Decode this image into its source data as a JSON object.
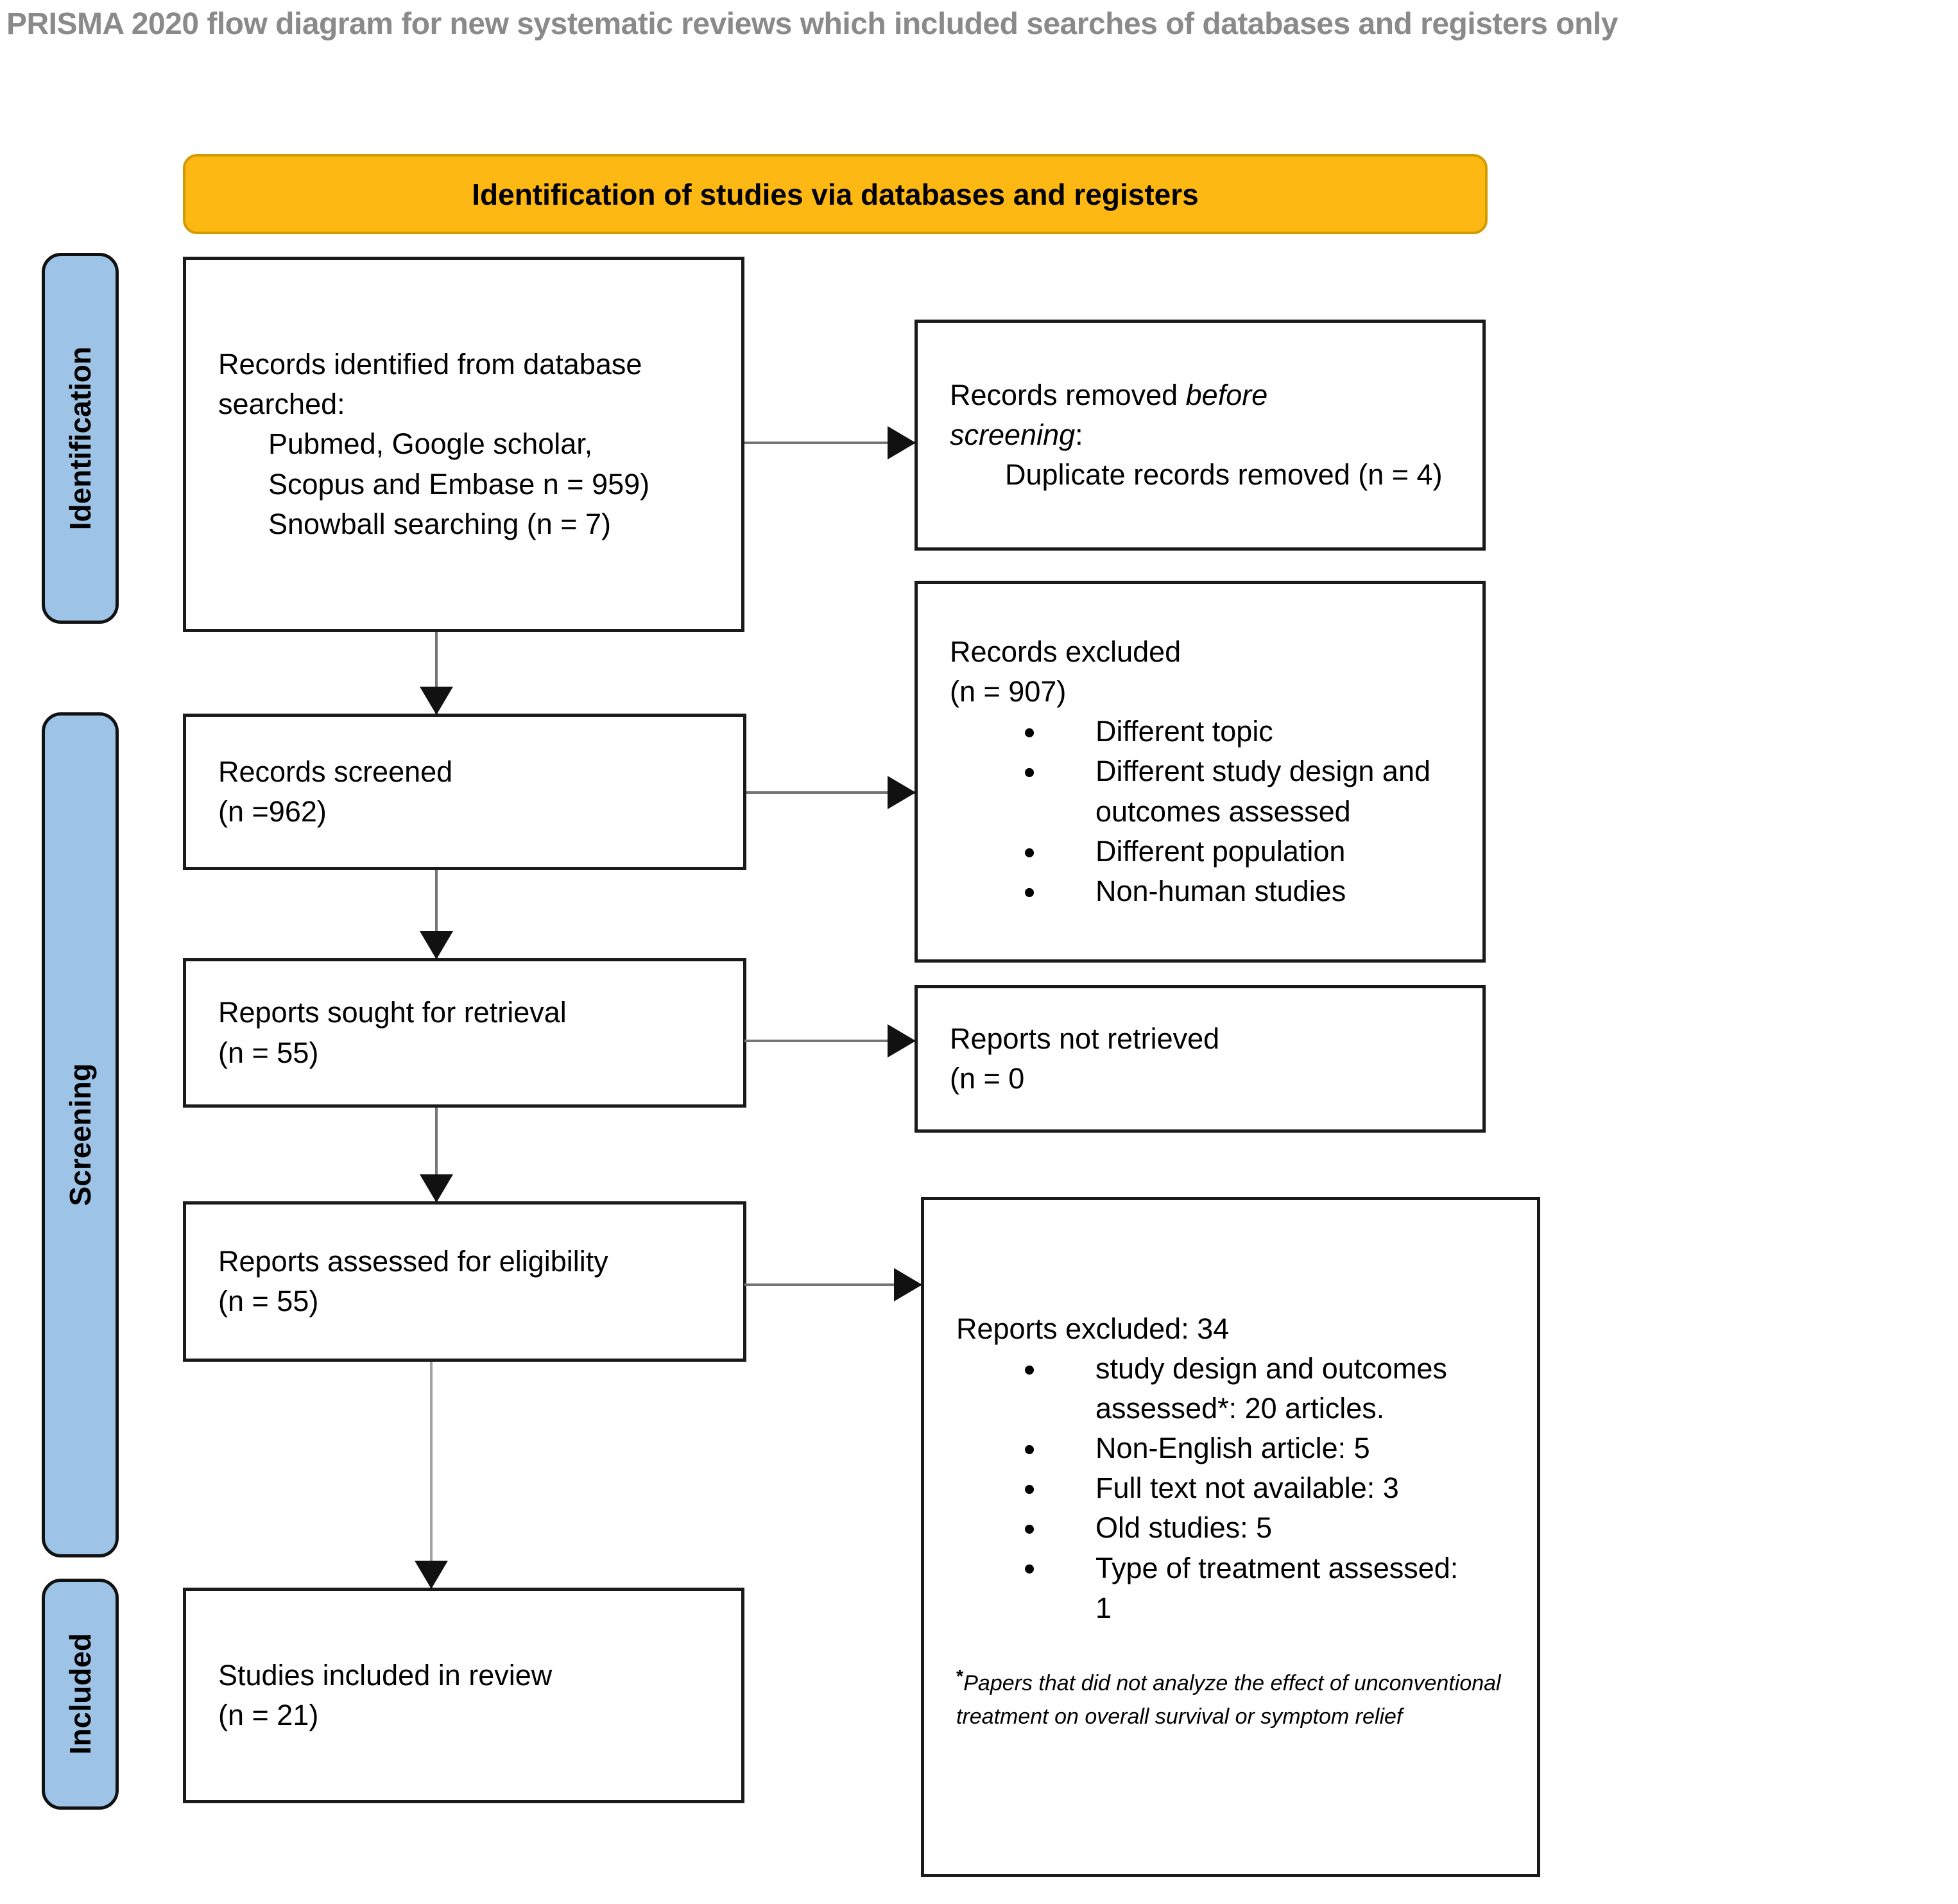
{
  "title": "PRISMA 2020 flow diagram for new systematic reviews which included searches of databases and registers only",
  "banner": "Identification of studies via databases and registers",
  "sidebar": {
    "identification": "Identification",
    "screening": "Screening",
    "included": "Included"
  },
  "flow": {
    "records_identified": {
      "heading": "Records identified from database searched:",
      "items": [
        "Pubmed, Google scholar,",
        "Scopus and Embase n = 959)",
        "Snowball searching (n = 7)"
      ]
    },
    "records_screened": {
      "line1": "Records screened",
      "line2": "(n =962)"
    },
    "reports_sought": {
      "line1": "Reports sought for retrieval",
      "line2": "(n = 55)"
    },
    "reports_assessed": {
      "line1": "Reports assessed for eligibility",
      "line2": "(n = 55)"
    },
    "studies_included": {
      "line1": "Studies included in review",
      "line2": "(n = 21)"
    }
  },
  "side": {
    "records_removed": {
      "prefix": "Records removed ",
      "italic": "before screening",
      "suffix": ":",
      "items": [
        "Duplicate records removed (n = 4)"
      ]
    },
    "records_excluded": {
      "line1": "Records excluded",
      "line2": "(n = 907)",
      "bullets": [
        "Different topic",
        "Different study design and outcomes assessed",
        "Different population",
        "Non-human studies"
      ]
    },
    "reports_not_retrieved": {
      "line1": "Reports not retrieved",
      "line2": "(n = 0"
    },
    "reports_excluded": {
      "heading": "Reports excluded: 34",
      "bullets": [
        "study design and outcomes assessed*: 20 articles.",
        "Non-English article: 5",
        "Full text not available: 3",
        "Old studies: 5",
        "Type of treatment assessed: 1"
      ],
      "footnote_star": "*",
      "footnote": "Papers that did not analyze the effect of unconventional treatment on overall survival or symptom relief"
    }
  },
  "colors": {
    "banner_bg": "#FDB813",
    "banner_border": "#D29B00",
    "stage_bg": "#9DC3E6",
    "box_border": "#1a1a1a",
    "arrow_line": "#757575",
    "arrow_head": "#111111",
    "title_color": "#8a8a8a"
  }
}
